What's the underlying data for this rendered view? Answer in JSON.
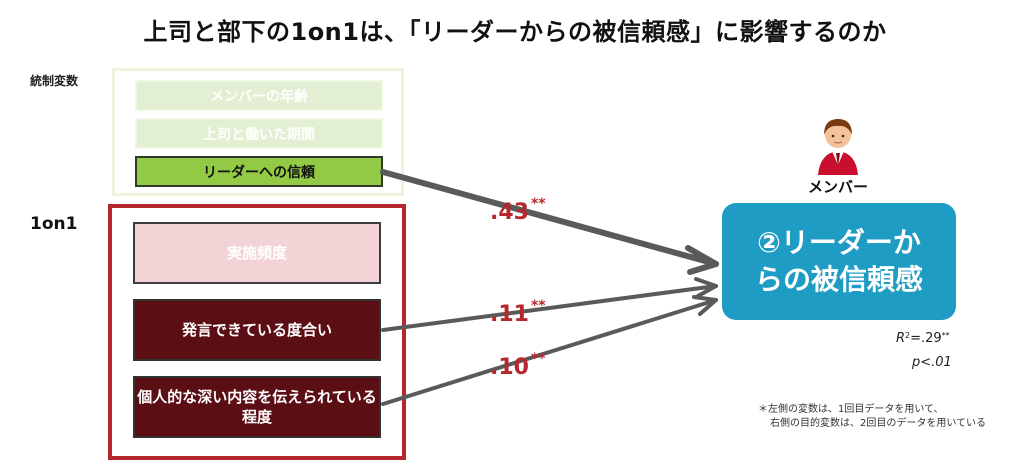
{
  "title": "上司と部下の1on1は、「リーダーからの被信頼感」に影響するのか",
  "control": {
    "label": "統制変数",
    "items": [
      "メンバーの年齢",
      "上司と働いた期間",
      "リーダーへの信頼"
    ]
  },
  "oneonone": {
    "label": "1on1",
    "items": [
      "実施頻度",
      "発言できている度合い",
      "個人的な深い内容を伝えられている程度"
    ]
  },
  "coefficients": [
    {
      "value": ".43",
      "stars": "**"
    },
    {
      "value": ".11",
      "stars": "**"
    },
    {
      "value": ".10",
      "stars": "**"
    }
  ],
  "outcome": {
    "label": "②リーダーからの被信頼感"
  },
  "member": {
    "label": "メンバー"
  },
  "stats": {
    "r2_label": "R",
    "r2_exp": "2",
    "r2_value": "=.29",
    "r2_stars": "**",
    "p": "p<.01"
  },
  "note": {
    "line1": "＊左側の変数は、1回目データを用いて、",
    "line2": "右側の目的変数は、2回目のデータを用いている"
  }
}
